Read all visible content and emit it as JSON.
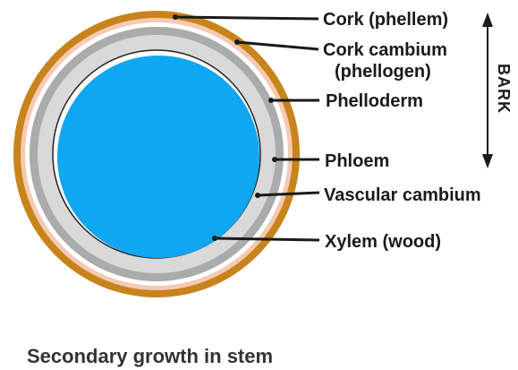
{
  "labels": {
    "cork": "Cork (phellem)",
    "cork_cambium_line1": "Cork cambium",
    "cork_cambium_line2": "(phellogen)",
    "phelloderm": "Phelloderm",
    "phloem": "Phloem",
    "vascular_cambium": "Vascular cambium",
    "xylem": "Xylem (wood)",
    "bark": "BARK"
  },
  "caption": "Secondary growth in stem",
  "colors": {
    "cork": "#c8841c",
    "cork_cambium": "#f6c9b2",
    "phelloderm": "#ababab",
    "phloem": "#d9d9d9",
    "vascular_cambium": "#222222",
    "xylem": "#0fa6f2",
    "ink": "#1a1a1a"
  }
}
